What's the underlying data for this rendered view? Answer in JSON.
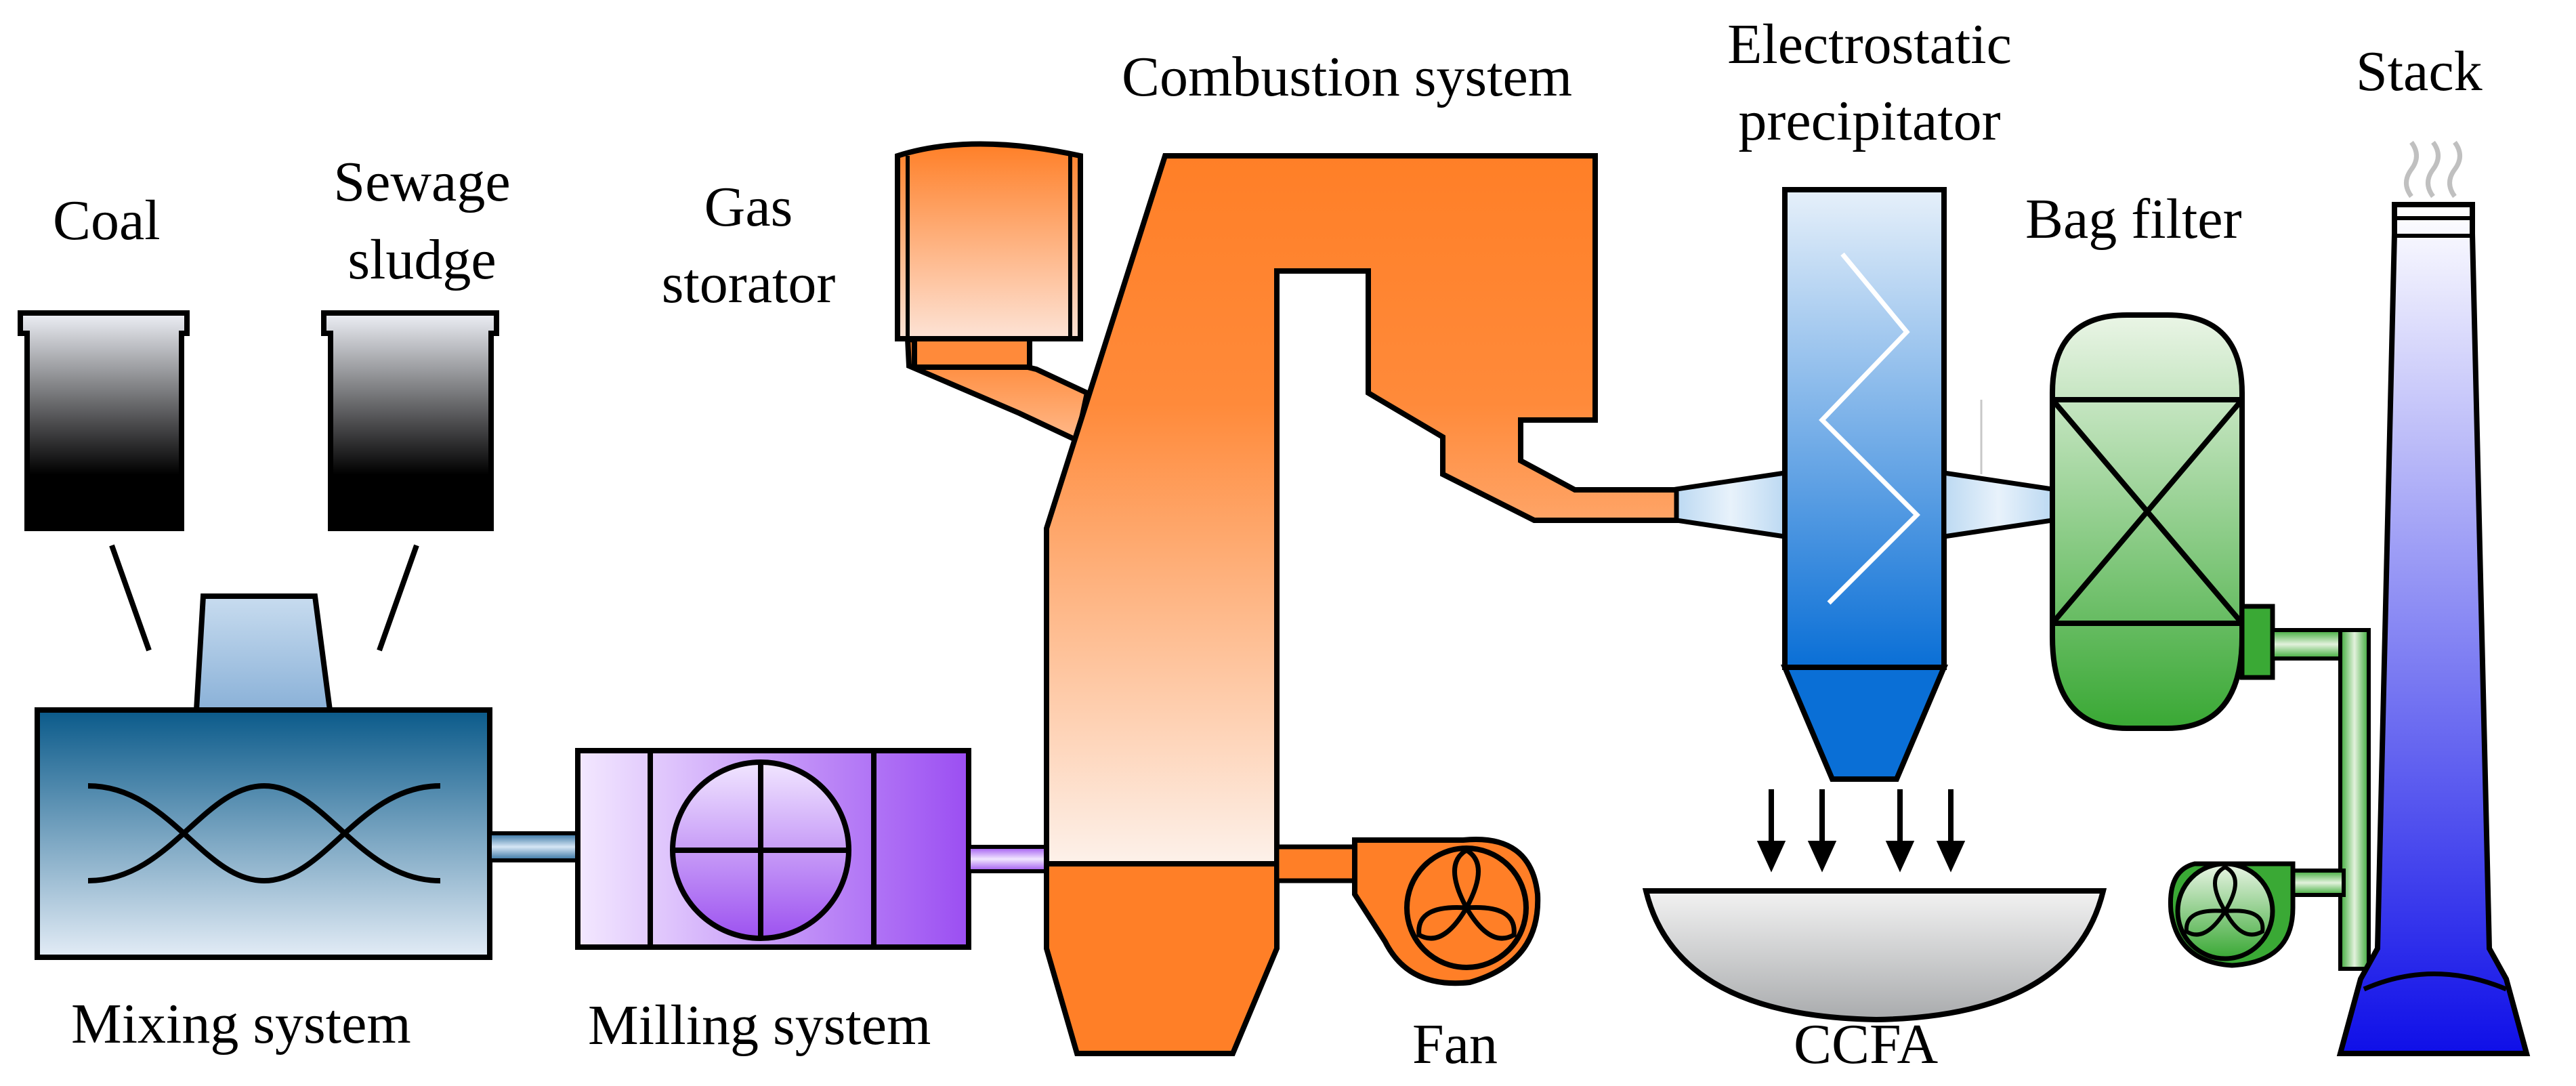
{
  "labels": {
    "coal": "Coal",
    "sewage_sludge_1": "Sewage",
    "sewage_sludge_2": "sludge",
    "gas_storator_1": "Gas",
    "gas_storator_2": "storator",
    "combustion_system": "Combustion system",
    "electrostatic_1": "Electrostatic",
    "electrostatic_2": "precipitator",
    "stack": "Stack",
    "bag_filter": "Bag filter",
    "mixing_system": "Mixing system",
    "milling_system": "Milling system",
    "fan": "Fan",
    "ccfa": "CCFA"
  },
  "colors": {
    "outline": "#000000",
    "orange": "#ff7f27",
    "orange_light": "#fde8dc",
    "blue_dark": "#0a5e8e",
    "blue_light": "#dce9f5",
    "purple": "#9a4ef0",
    "purple_light": "#f2e6ff",
    "esp_blue": "#0a72d8",
    "green": "#3aa935",
    "green_light": "#e3f2dd",
    "stack_blue": "#1010e6",
    "gray": "#aeb0b2"
  }
}
